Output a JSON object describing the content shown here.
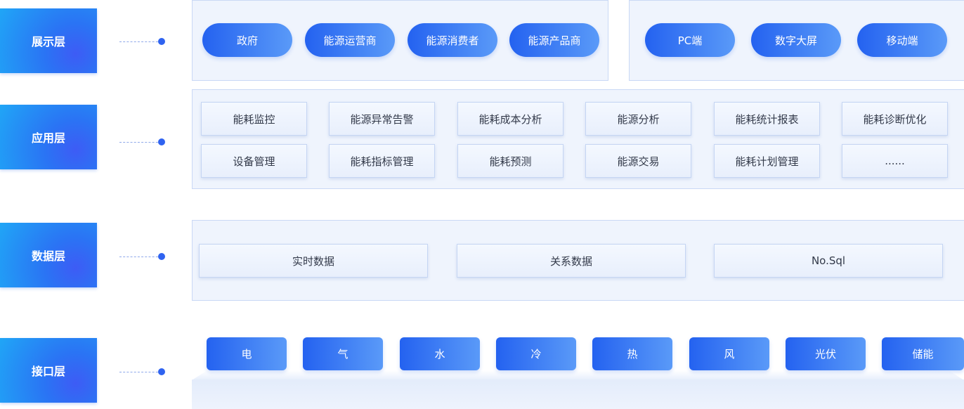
{
  "layers": {
    "presentation": "展示层",
    "application": "应用层",
    "data": "数据层",
    "interface": "接口层"
  },
  "presentation_users": [
    "政府",
    "能源运营商",
    "能源消费者",
    "能源产品商"
  ],
  "presentation_clients": [
    "PC端",
    "数字大屏",
    "移动端"
  ],
  "application_modules": [
    "能耗监控",
    "能源异常告警",
    "能耗成本分析",
    "能源分析",
    "能耗统计报表",
    "能耗诊断优化",
    "设备管理",
    "能耗指标管理",
    "能耗预测",
    "能源交易",
    "能耗计划管理",
    "......"
  ],
  "data_stores": [
    "实时数据",
    "关系数据",
    "No.Sql"
  ],
  "interfaces": [
    "电",
    "气",
    "水",
    "冷",
    "热",
    "风",
    "光伏",
    "储能"
  ]
}
